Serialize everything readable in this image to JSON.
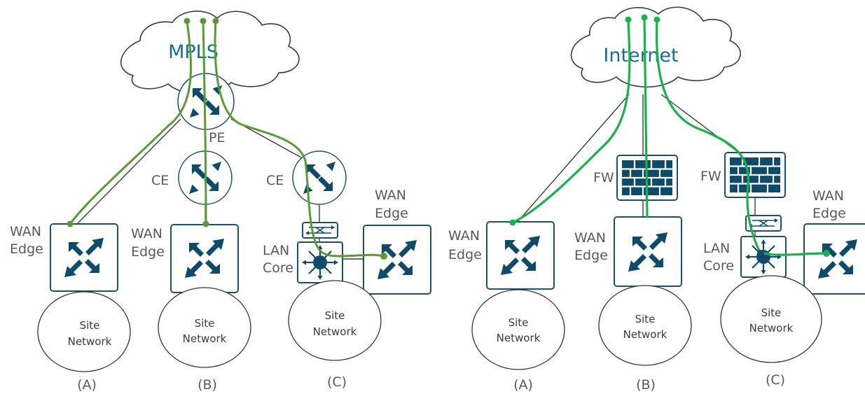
{
  "colors": {
    "icon": "#0e4a6a",
    "icon_border": "#1d4f6b",
    "mpls_path": "#5a9a34",
    "internet_path": "#1ab04c",
    "label": "#58595b",
    "cloud_label": "#1b6e8e"
  },
  "left_diagram": {
    "cloud_label": "MPLS",
    "pe_label": "PE",
    "ce_label_b": "CE",
    "ce_label_c": "CE",
    "a": {
      "wan_line1": "WAN",
      "wan_line2": "Edge",
      "site_line1": "Site",
      "site_line2": "Network",
      "caption": "(A)"
    },
    "b": {
      "wan_line1": "WAN",
      "wan_line2": "Edge",
      "site_line1": "Site",
      "site_line2": "Network",
      "caption": "(B)"
    },
    "c": {
      "wan_line1": "WAN",
      "wan_line2": "Edge",
      "lan_line1": "LAN",
      "lan_line2": "Core",
      "site_line1": "Site",
      "site_line2": "Network",
      "caption": "(C)"
    }
  },
  "right_diagram": {
    "cloud_label": "Internet",
    "a": {
      "wan_line1": "WAN",
      "wan_line2": "Edge",
      "site_line1": "Site",
      "site_line2": "Network",
      "caption": "(A)"
    },
    "b": {
      "fw_label": "FW",
      "wan_line1": "WAN",
      "wan_line2": "Edge",
      "site_line1": "Site",
      "site_line2": "Network",
      "caption": "(B)"
    },
    "c": {
      "fw_label": "FW",
      "wan_line1": "WAN",
      "wan_line2": "Edge",
      "lan_line1": "LAN",
      "lan_line2": "Core",
      "site_line1": "Site",
      "site_line2": "Network",
      "caption": "(C)"
    }
  },
  "icons": {
    "router": "router-icon",
    "wan_edge": "wan-edge-router-icon",
    "firewall": "firewall-icon",
    "switch": "switch-icon",
    "lan_core": "layer3-switch-icon",
    "cloud": "cloud-icon"
  }
}
